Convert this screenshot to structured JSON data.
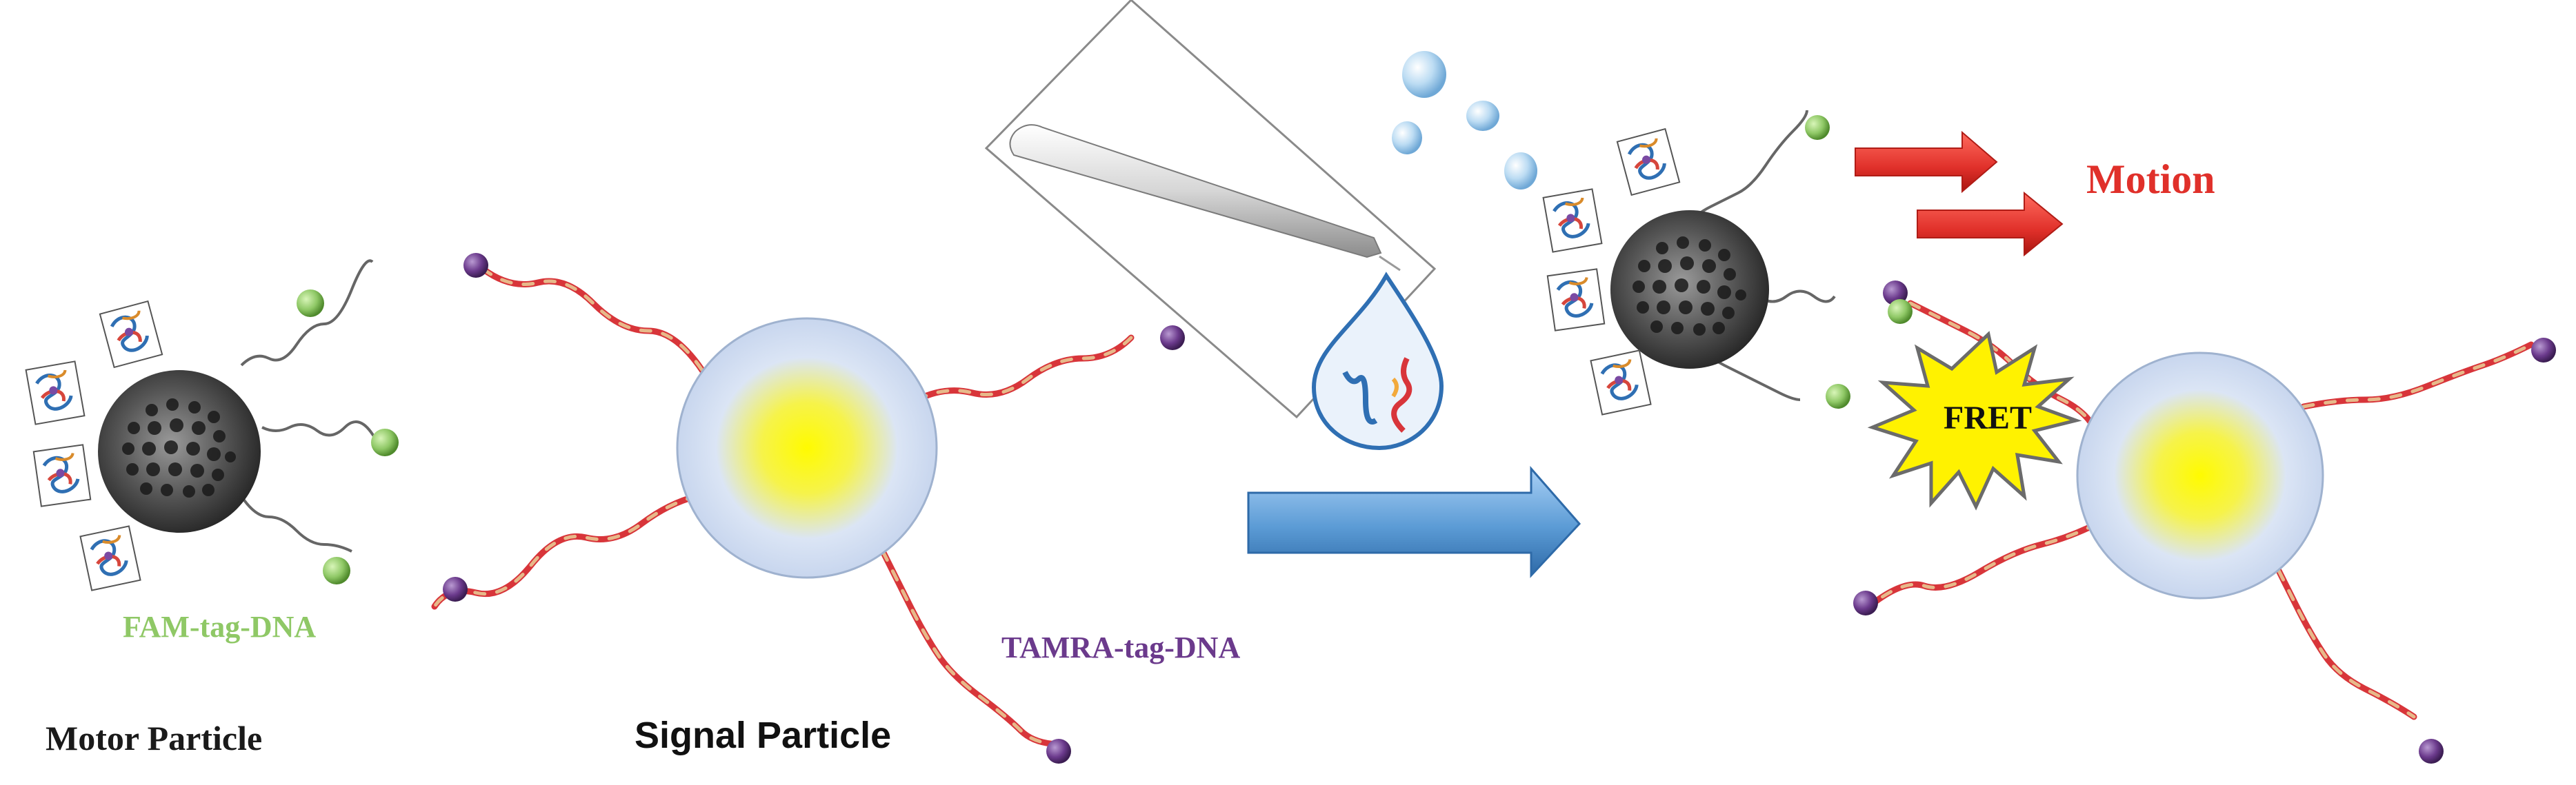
{
  "labels": {
    "motor_particle": "Motor Particle",
    "signal_particle": "Signal Particle",
    "fam_tag": "FAM-tag-DNA",
    "tamra_tag": "TAMRA-tag-DNA",
    "motion": "Motion",
    "fret": "FRET"
  },
  "colors": {
    "fam": "#8fc866",
    "tamra": "#6b3a8c",
    "motion": "#e0302a",
    "dna_red": "#d8353a",
    "dna_tan": "#e7b98a",
    "arrow_blue": "#5b9bd5",
    "starburst": "#fff200",
    "particle_dark": "#4a4a4a",
    "signal_core": "#fff200"
  },
  "icons": [
    "pipette-icon",
    "droplet-with-dna-icon",
    "bubble-icon",
    "enzyme-icon"
  ]
}
